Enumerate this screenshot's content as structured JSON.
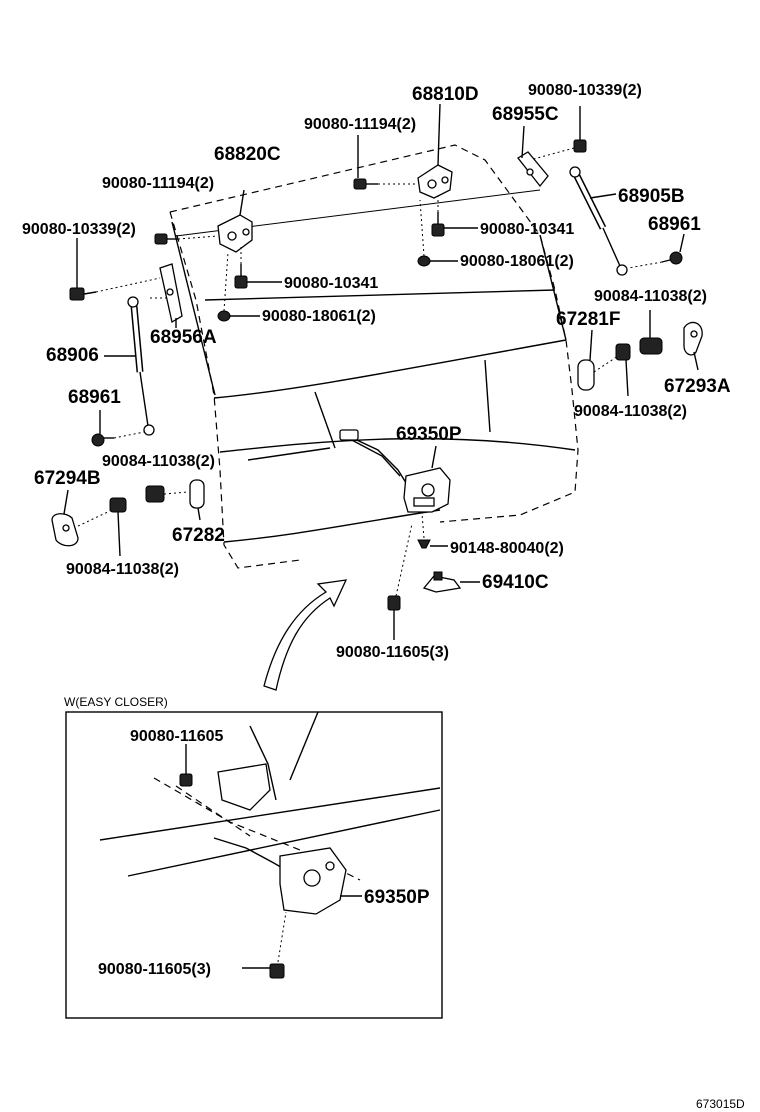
{
  "labels": {
    "p68810D": "68810D",
    "p90080_10339_2_top": "90080-10339(2)",
    "p90080_11194_2_top": "90080-11194(2)",
    "p68955C": "68955C",
    "p68820C": "68820C",
    "p90080_11194_2_left": "90080-11194(2)",
    "p68905B": "68905B",
    "p90080_10339_2_left": "90080-10339(2)",
    "p90080_10341_center": "90080-10341",
    "p68961_right": "68961",
    "p90080_18061_2_center": "90080-18061(2)",
    "p90080_10341_left": "90080-10341",
    "p90084_11038_2_right_top": "90084-11038(2)",
    "p90080_18061_2_left": "90080-18061(2)",
    "p68956A": "68956A",
    "p67281F": "67281F",
    "p68906": "68906",
    "p67293A": "67293A",
    "p68961_left": "68961",
    "p90084_11038_2_right_bottom": "90084-11038(2)",
    "p69350P": "69350P",
    "p90084_11038_2_left_mid": "90084-11038(2)",
    "p67294B": "67294B",
    "p67282": "67282",
    "p90148_80040_2": "90148-80040(2)",
    "p90084_11038_2_left_bottom": "90084-11038(2)",
    "p69410C": "69410C",
    "p90080_11605_3": "90080-11605(3)",
    "inset_title": "W(EASY CLOSER)",
    "inset_90080_11605": "90080-11605",
    "inset_69350P": "69350P",
    "inset_90080_11605_3": "90080-11605(3)",
    "figure_code": "673015D"
  }
}
